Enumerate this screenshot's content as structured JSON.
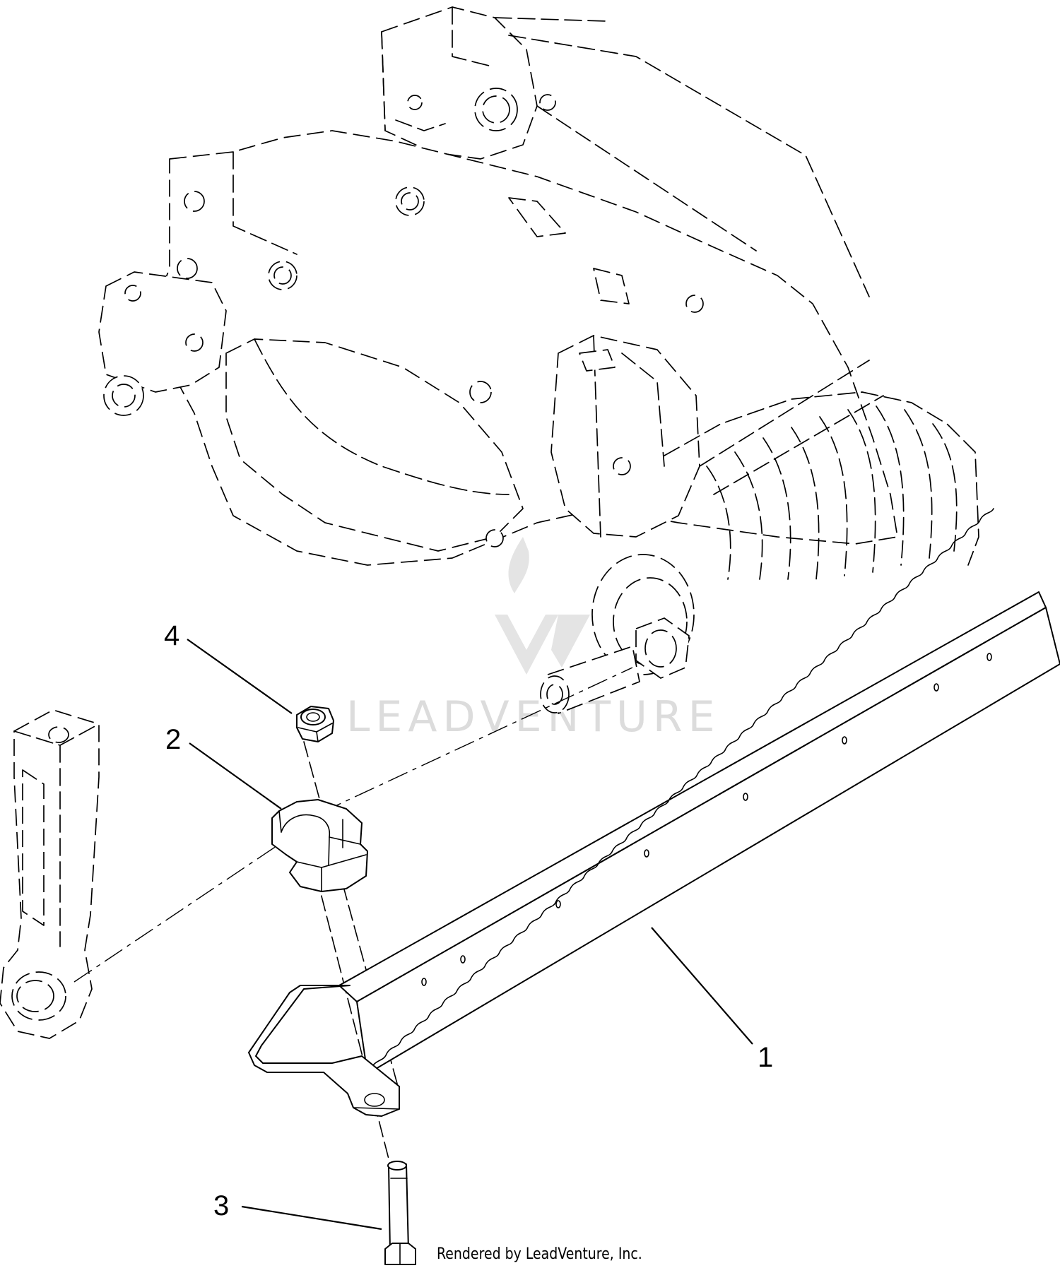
{
  "diagram": {
    "callouts": [
      {
        "number": "1",
        "part": "bedknife"
      },
      {
        "number": "2",
        "part": "clamp"
      },
      {
        "number": "3",
        "part": "bolt"
      },
      {
        "number": "4",
        "part": "nut"
      }
    ],
    "watermark_text": "LEADVENTURE",
    "footer_text": "Rendered by LeadVenture, Inc."
  }
}
